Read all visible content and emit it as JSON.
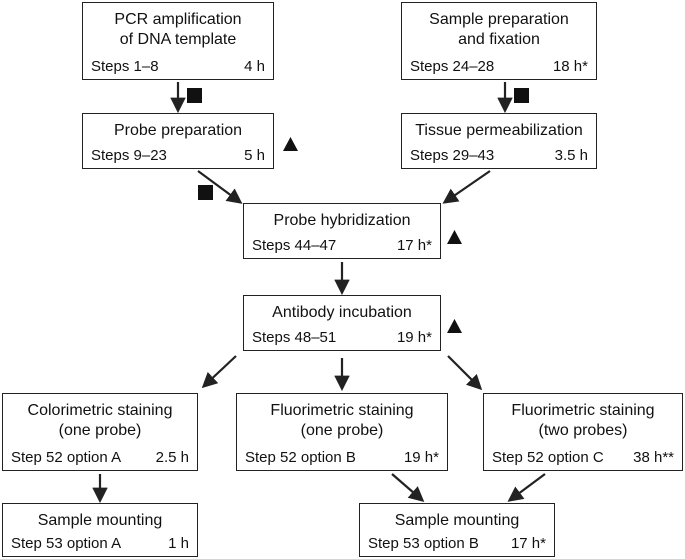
{
  "nodes": {
    "pcr": {
      "title": [
        "PCR amplification",
        "of DNA template"
      ],
      "steps": "Steps 1–8",
      "time": "4 h"
    },
    "sample_prep": {
      "title": [
        "Sample preparation",
        "and fixation"
      ],
      "steps": "Steps 24–28",
      "time": "18 h*"
    },
    "probe_prep": {
      "title": [
        "Probe preparation"
      ],
      "steps": "Steps 9–23",
      "time": "5 h"
    },
    "tissue_perm": {
      "title": [
        "Tissue permeabilization"
      ],
      "steps": "Steps 29–43",
      "time": "3.5 h"
    },
    "probe_hyb": {
      "title": [
        "Probe hybridization"
      ],
      "steps": "Steps 44–47",
      "time": "17 h*"
    },
    "antibody": {
      "title": [
        "Antibody incubation"
      ],
      "steps": "Steps 48–51",
      "time": "19 h*"
    },
    "colorimetric": {
      "title": [
        "Colorimetric staining",
        "(one probe)"
      ],
      "steps": "Step 52 option A",
      "time": "2.5 h"
    },
    "fluor_one": {
      "title": [
        "Fluorimetric staining",
        "(one probe)"
      ],
      "steps": "Step 52 option B",
      "time": "19 h*"
    },
    "fluor_two": {
      "title": [
        "Fluorimetric staining",
        "(two probes)"
      ],
      "steps": "Step 52 option C",
      "time": "38 h**"
    },
    "mount_a": {
      "title": [
        "Sample mounting"
      ],
      "steps": "Step 53 option A",
      "time": "1 h"
    },
    "mount_b": {
      "title": [
        "Sample mounting"
      ],
      "steps": "Step 53 option B",
      "time": "17 h*"
    }
  },
  "markers": {
    "square": "pause-point-square",
    "triangle": "critical-step-triangle"
  },
  "colors": {
    "stroke": "#222222",
    "fill": "#111111"
  }
}
